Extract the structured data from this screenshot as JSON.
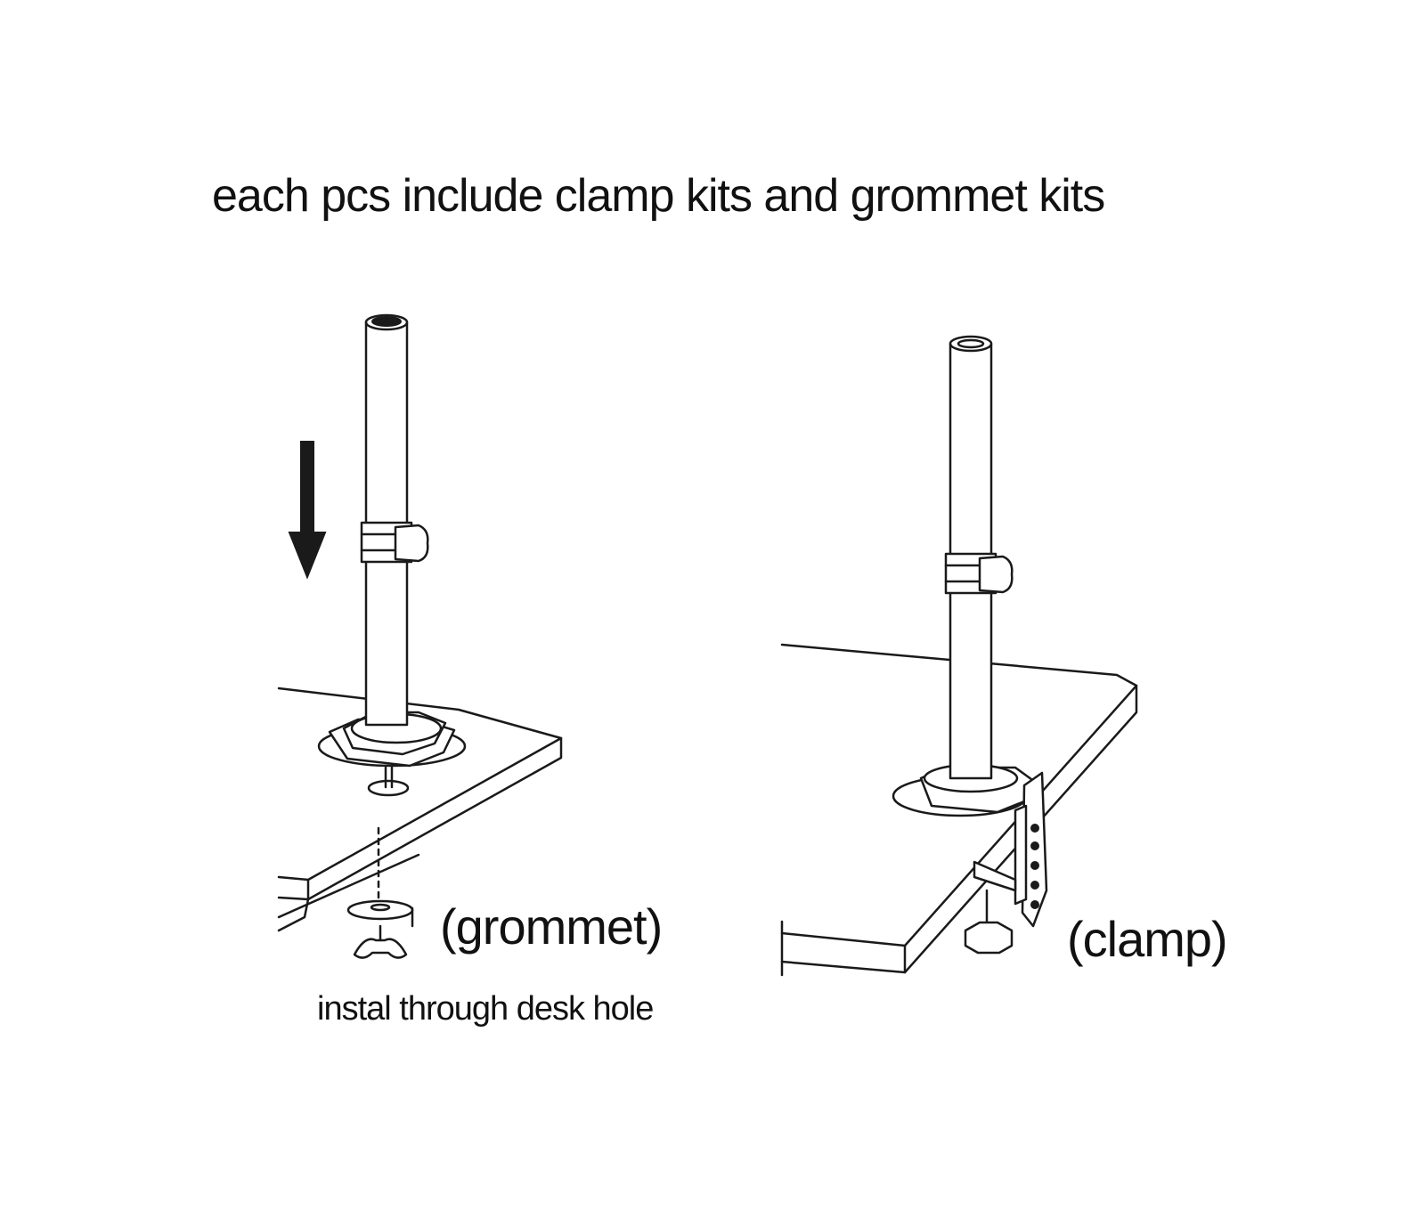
{
  "heading": "each pcs include clamp kits and grommet kits",
  "grommet_panel": {
    "label": "(grommet)",
    "note": "instal through desk hole"
  },
  "clamp_panel": {
    "label": "(clamp)"
  },
  "icons": [
    "down-arrow-icon",
    "wing-nut-icon",
    "knob-icon"
  ],
  "colors": {
    "ink": "#1a1a1a",
    "background": "#ffffff"
  }
}
